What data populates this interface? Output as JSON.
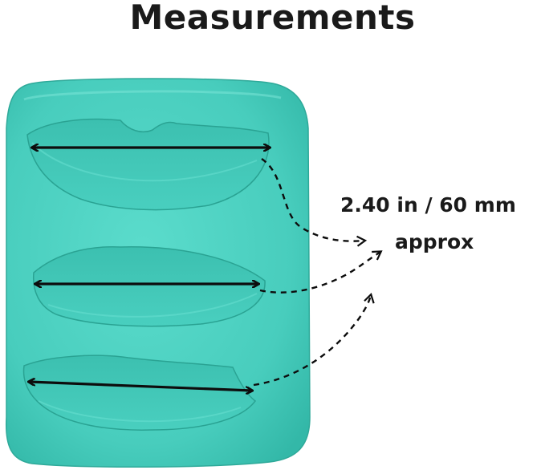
{
  "title": "Measurements",
  "measurement": {
    "value": "2.40 in / 60 mm",
    "qualifier": "approx"
  },
  "colors": {
    "mold": "#4fd2c2",
    "mold_dark": "#2fb3a3",
    "cavity": "#43c6b6",
    "arrow": "#0d0d0d",
    "text": "#1a1a1a"
  }
}
